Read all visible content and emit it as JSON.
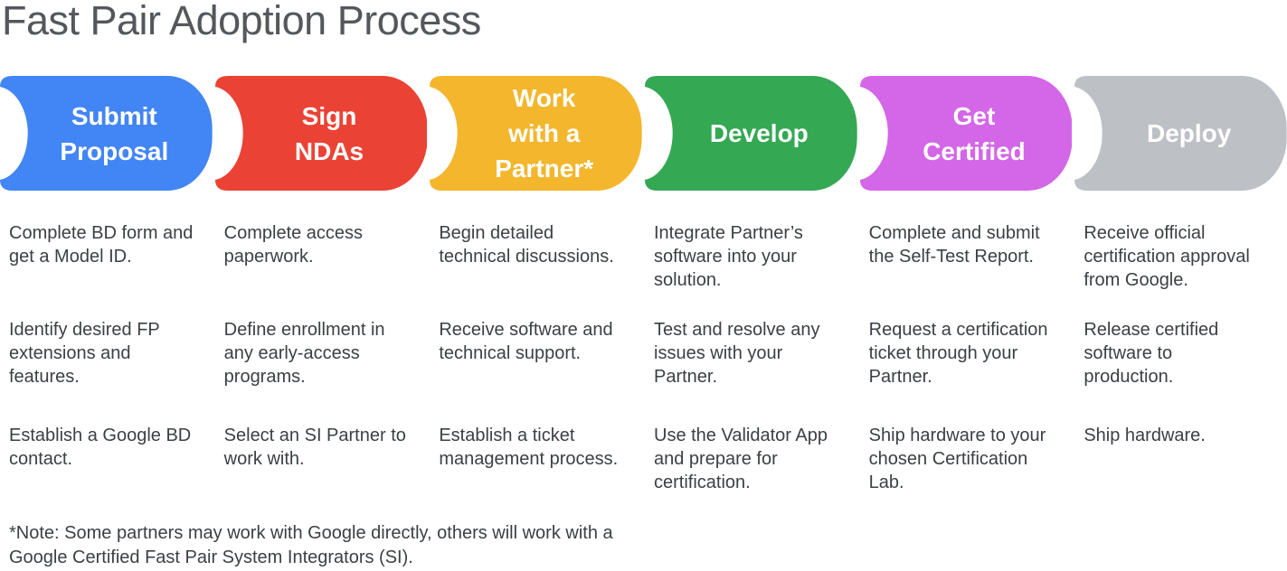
{
  "title": "Fast Pair Adoption Process",
  "stages": [
    {
      "label": "Submit\nProposal",
      "color": "#4285F4",
      "details": [
        "Complete BD form and\nget a Model ID.",
        "Identify desired FP\nextensions and\nfeatures.",
        "Establish a Google BD\ncontact."
      ]
    },
    {
      "label": "Sign\nNDAs",
      "color": "#EA4335",
      "details": [
        "Complete access\npaperwork.",
        "Define enrollment in\nany early-access\nprograms.",
        "Select an SI Partner to\nwork with."
      ]
    },
    {
      "label": "Work\nwith a\nPartner*",
      "color": "#F3B62C",
      "details": [
        "Begin detailed\ntechnical discussions.",
        "Receive software and\ntechnical support.",
        "Establish a ticket\nmanagement process."
      ]
    },
    {
      "label": "Develop",
      "color": "#34A853",
      "details": [
        "Integrate Partner’s\nsoftware into your\nsolution.",
        "Test and resolve any\nissues with your\nPartner.",
        "Use the Validator App\nand prepare for\ncertification."
      ]
    },
    {
      "label": "Get\nCertified",
      "color": "#D466E8",
      "details": [
        "Complete and submit\nthe Self-Test Report.",
        "Request a certification\nticket through your\nPartner.",
        "Ship hardware to your\nchosen Certification\nLab."
      ]
    },
    {
      "label": "Deploy",
      "color": "#BDC1C6",
      "details": [
        "Receive official\ncertification approval\nfrom Google.",
        "Release certified\nsoftware to\nproduction.",
        "Ship hardware."
      ]
    }
  ],
  "note": "*Note: Some partners may work with Google directly, others will work with a\nGoogle Certified Fast Pair System Integrators (SI)."
}
